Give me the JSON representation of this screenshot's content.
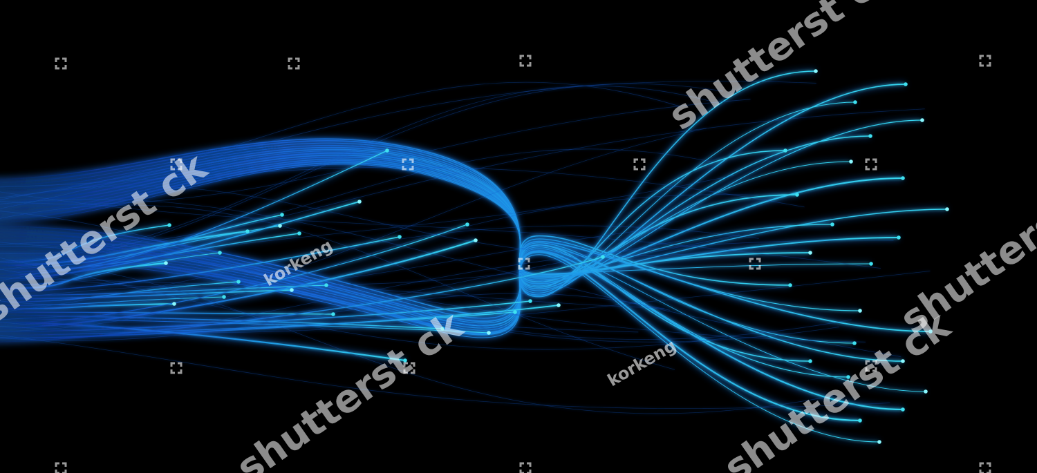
{
  "image": {
    "background_color": "#000000",
    "subject": "flowing fiber-optic light strands",
    "palette": {
      "deep_blue": "#0b3fc4",
      "blue": "#1f7fe6",
      "cyan": "#28c8e8",
      "bright_cyan": "#6ff4ff"
    }
  },
  "watermarks": {
    "brand": "shutterstock",
    "brand_display": "shutterst ck",
    "author": "korkeng",
    "brand_opacity": 0.55,
    "author_opacity": 0.6,
    "logo_mark": "shutterstock-aperture-icon"
  }
}
